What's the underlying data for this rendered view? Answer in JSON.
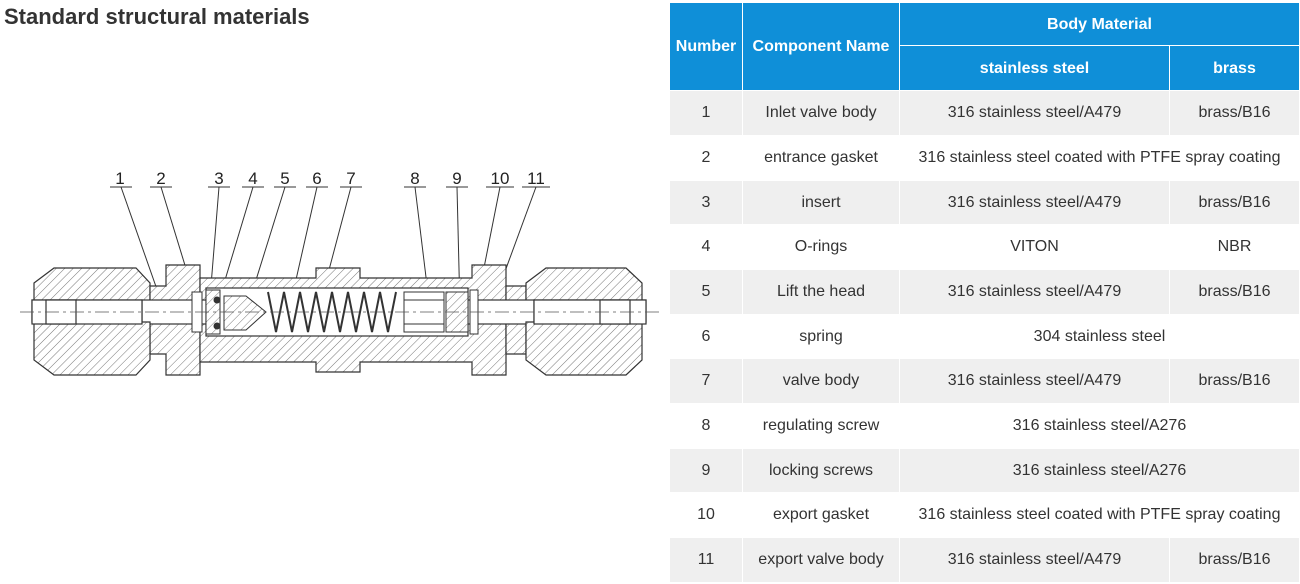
{
  "title": "Standard structural materials",
  "callouts": [
    "1",
    "2",
    "3",
    "4",
    "5",
    "6",
    "7",
    "8",
    "9",
    "10",
    "11"
  ],
  "table": {
    "headers": {
      "number": "Number",
      "component_name": "Component Name",
      "body_material": "Body Material",
      "stainless_steel": "stainless steel",
      "brass": "brass"
    },
    "rows": [
      {
        "number": "1",
        "name": "Inlet valve body",
        "stainless": "316 stainless steel/A479",
        "brass": "brass/B16"
      },
      {
        "number": "2",
        "name": "entrance gasket",
        "combined": "316 stainless steel coated with PTFE spray coating"
      },
      {
        "number": "3",
        "name": "insert",
        "stainless": "316 stainless steel/A479",
        "brass": "brass/B16"
      },
      {
        "number": "4",
        "name": "O-rings",
        "stainless": "VITON",
        "brass": "NBR"
      },
      {
        "number": "5",
        "name": "Lift the head",
        "stainless": "316 stainless steel/A479",
        "brass": "brass/B16"
      },
      {
        "number": "6",
        "name": "spring",
        "combined": "304 stainless steel"
      },
      {
        "number": "7",
        "name": "valve body",
        "stainless": "316 stainless steel/A479",
        "brass": "brass/B16"
      },
      {
        "number": "8",
        "name": "regulating screw",
        "combined": "316 stainless steel/A276"
      },
      {
        "number": "9",
        "name": "locking screws",
        "combined": "316 stainless steel/A276"
      },
      {
        "number": "10",
        "name": "export gasket",
        "combined": "316 stainless steel coated with PTFE spray coating"
      },
      {
        "number": "11",
        "name": "export valve body",
        "stainless": "316 stainless steel/A479",
        "brass": "brass/B16"
      }
    ]
  }
}
